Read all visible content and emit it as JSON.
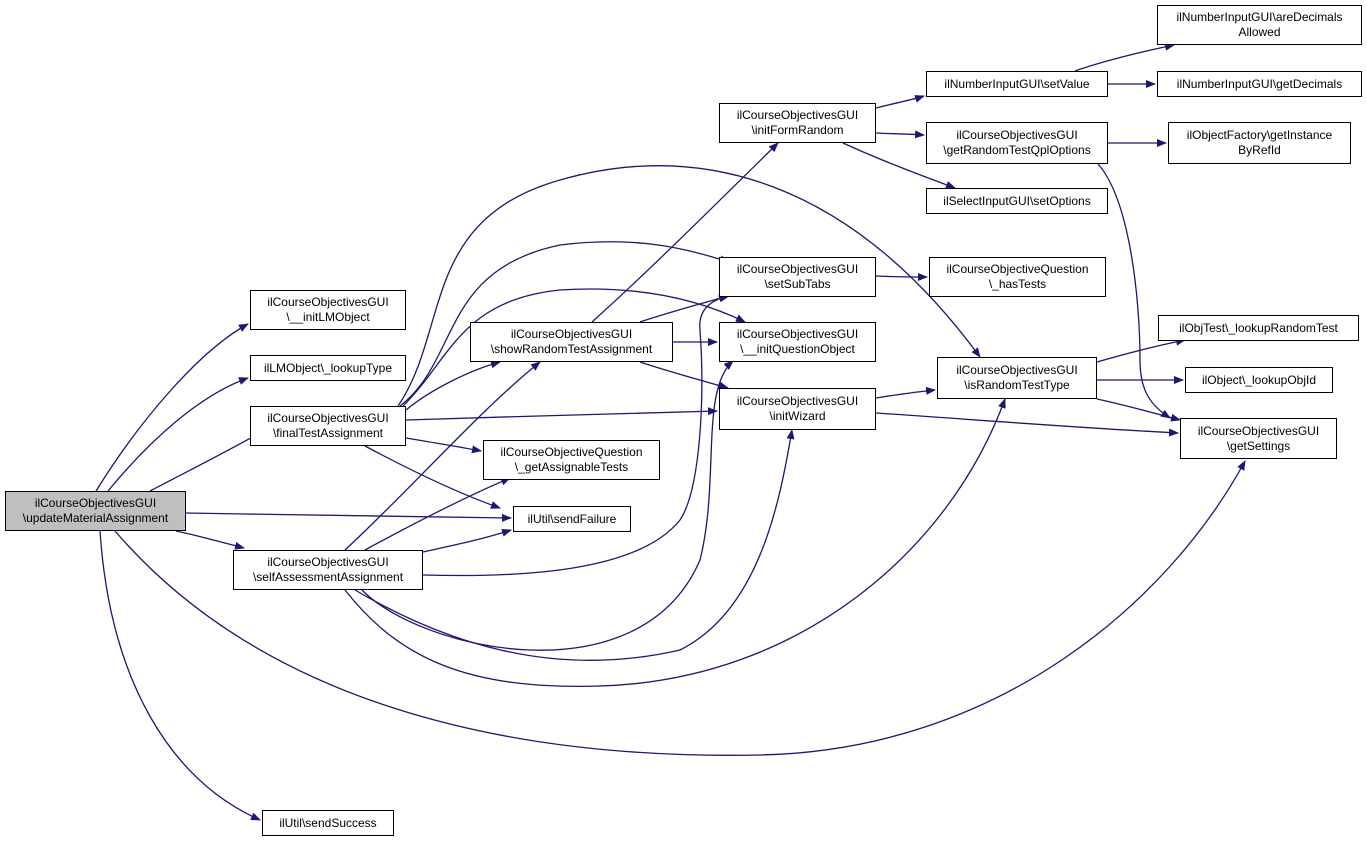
{
  "colors": {
    "edge": "#191970",
    "node_border": "#000000",
    "node_fill": "#ffffff",
    "root_fill": "#bfbfbf"
  },
  "nodes": {
    "updateMaterialAssignment": [
      "ilCourseObjectivesGUI",
      "\\updateMaterialAssignment"
    ],
    "initLMObject": [
      "ilCourseObjectivesGUI",
      "\\__initLMObject"
    ],
    "lookupType": [
      "ilLMObject\\_lookupType"
    ],
    "finalTestAssignment": [
      "ilCourseObjectivesGUI",
      "\\finalTestAssignment"
    ],
    "selfAssessmentAssignment": [
      "ilCourseObjectivesGUI",
      "\\selfAssessmentAssignment"
    ],
    "sendSuccess": [
      "ilUtil\\sendSuccess"
    ],
    "showRandomTestAssignment": [
      "ilCourseObjectivesGUI",
      "\\showRandomTestAssignment"
    ],
    "getAssignableTests": [
      "ilCourseObjectiveQuestion",
      "\\_getAssignableTests"
    ],
    "sendFailure": [
      "ilUtil\\sendFailure"
    ],
    "initFormRandom": [
      "ilCourseObjectivesGUI",
      "\\initFormRandom"
    ],
    "setSubTabs": [
      "ilCourseObjectivesGUI",
      "\\setSubTabs"
    ],
    "initQuestionObject": [
      "ilCourseObjectivesGUI",
      "\\__initQuestionObject"
    ],
    "initWizard": [
      "ilCourseObjectivesGUI",
      "\\initWizard"
    ],
    "setValue": [
      "ilNumberInputGUI\\setValue"
    ],
    "getRandomTestQplOptions": [
      "ilCourseObjectivesGUI",
      "\\getRandomTestQplOptions"
    ],
    "setOptions": [
      "ilSelectInputGUI\\setOptions"
    ],
    "hasTests": [
      "ilCourseObjectiveQuestion",
      "\\_hasTests"
    ],
    "isRandomTestType": [
      "ilCourseObjectivesGUI",
      "\\isRandomTestType"
    ],
    "areDecimalsAllowed": [
      "ilNumberInputGUI\\areDecimals",
      "Allowed"
    ],
    "getDecimals": [
      "ilNumberInputGUI\\getDecimals"
    ],
    "getInstanceByRefId": [
      "ilObjectFactory\\getInstance",
      "ByRefId"
    ],
    "lookupRandomTest": [
      "ilObjTest\\_lookupRandomTest"
    ],
    "lookupObjId": [
      "ilObject\\_lookupObjId"
    ],
    "getSettings": [
      "ilCourseObjectivesGUI",
      "\\getSettings"
    ]
  },
  "edges": [
    [
      "updateMaterialAssignment",
      "initLMObject"
    ],
    [
      "updateMaterialAssignment",
      "lookupType"
    ],
    [
      "updateMaterialAssignment",
      "finalTestAssignment"
    ],
    [
      "updateMaterialAssignment",
      "sendFailure"
    ],
    [
      "updateMaterialAssignment",
      "selfAssessmentAssignment"
    ],
    [
      "updateMaterialAssignment",
      "getSettings"
    ],
    [
      "updateMaterialAssignment",
      "sendSuccess"
    ],
    [
      "finalTestAssignment",
      "showRandomTestAssignment"
    ],
    [
      "finalTestAssignment",
      "getAssignableTests"
    ],
    [
      "finalTestAssignment",
      "sendFailure"
    ],
    [
      "finalTestAssignment",
      "initWizard"
    ],
    [
      "finalTestAssignment",
      "setSubTabs"
    ],
    [
      "finalTestAssignment",
      "initQuestionObject"
    ],
    [
      "finalTestAssignment",
      "isRandomTestType"
    ],
    [
      "selfAssessmentAssignment",
      "showRandomTestAssignment"
    ],
    [
      "selfAssessmentAssignment",
      "getAssignableTests"
    ],
    [
      "selfAssessmentAssignment",
      "sendFailure"
    ],
    [
      "selfAssessmentAssignment",
      "setSubTabs"
    ],
    [
      "selfAssessmentAssignment",
      "initQuestionObject"
    ],
    [
      "selfAssessmentAssignment",
      "initWizard"
    ],
    [
      "selfAssessmentAssignment",
      "isRandomTestType"
    ],
    [
      "showRandomTestAssignment",
      "initFormRandom"
    ],
    [
      "showRandomTestAssignment",
      "setSubTabs"
    ],
    [
      "showRandomTestAssignment",
      "initQuestionObject"
    ],
    [
      "showRandomTestAssignment",
      "initWizard"
    ],
    [
      "initFormRandom",
      "setValue"
    ],
    [
      "initFormRandom",
      "getRandomTestQplOptions"
    ],
    [
      "initFormRandom",
      "setOptions"
    ],
    [
      "setSubTabs",
      "hasTests"
    ],
    [
      "initWizard",
      "isRandomTestType"
    ],
    [
      "initWizard",
      "getSettings"
    ],
    [
      "setValue",
      "areDecimalsAllowed"
    ],
    [
      "setValue",
      "getDecimals"
    ],
    [
      "getRandomTestQplOptions",
      "getInstanceByRefId"
    ],
    [
      "getRandomTestQplOptions",
      "getSettings"
    ],
    [
      "isRandomTestType",
      "lookupRandomTest"
    ],
    [
      "isRandomTestType",
      "lookupObjId"
    ],
    [
      "isRandomTestType",
      "getSettings"
    ]
  ]
}
